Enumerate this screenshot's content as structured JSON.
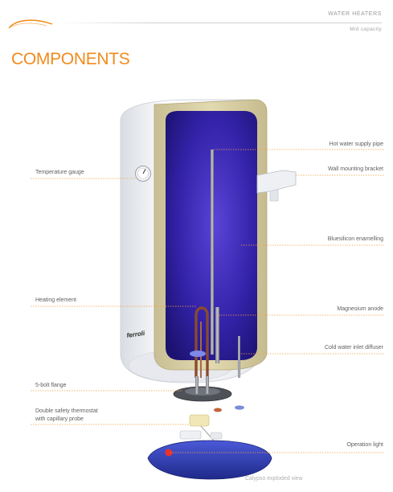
{
  "header": {
    "section": "WATER HEATERS",
    "subsection": "Mid capacity"
  },
  "page": {
    "title": "COMPONENTS"
  },
  "brand": {
    "product_badge": "ferroli",
    "accent_color": "#f28a1c",
    "logo_icon": "swoosh-logo-icon"
  },
  "labels": {
    "hot_water_supply_pipe": "Hot water supply pipe",
    "wall_mounting_bracket": "Wall mounting bracket",
    "temperature_gauge": "Temperature gauge",
    "bluesilicon_enamelling": "Bluesilicon enamelling",
    "heating_element": "Heating element",
    "magnesium_anode": "Magnesium anode",
    "cold_water_inlet_diffuser": "Cold water inlet diffuser",
    "bolt_flange": "5-bolt flange",
    "thermostat_line1": "Double safety thermostat",
    "thermostat_line2": "with capillary probe",
    "operation_light": "Operation light"
  },
  "caption": "Calypso exploded view"
}
